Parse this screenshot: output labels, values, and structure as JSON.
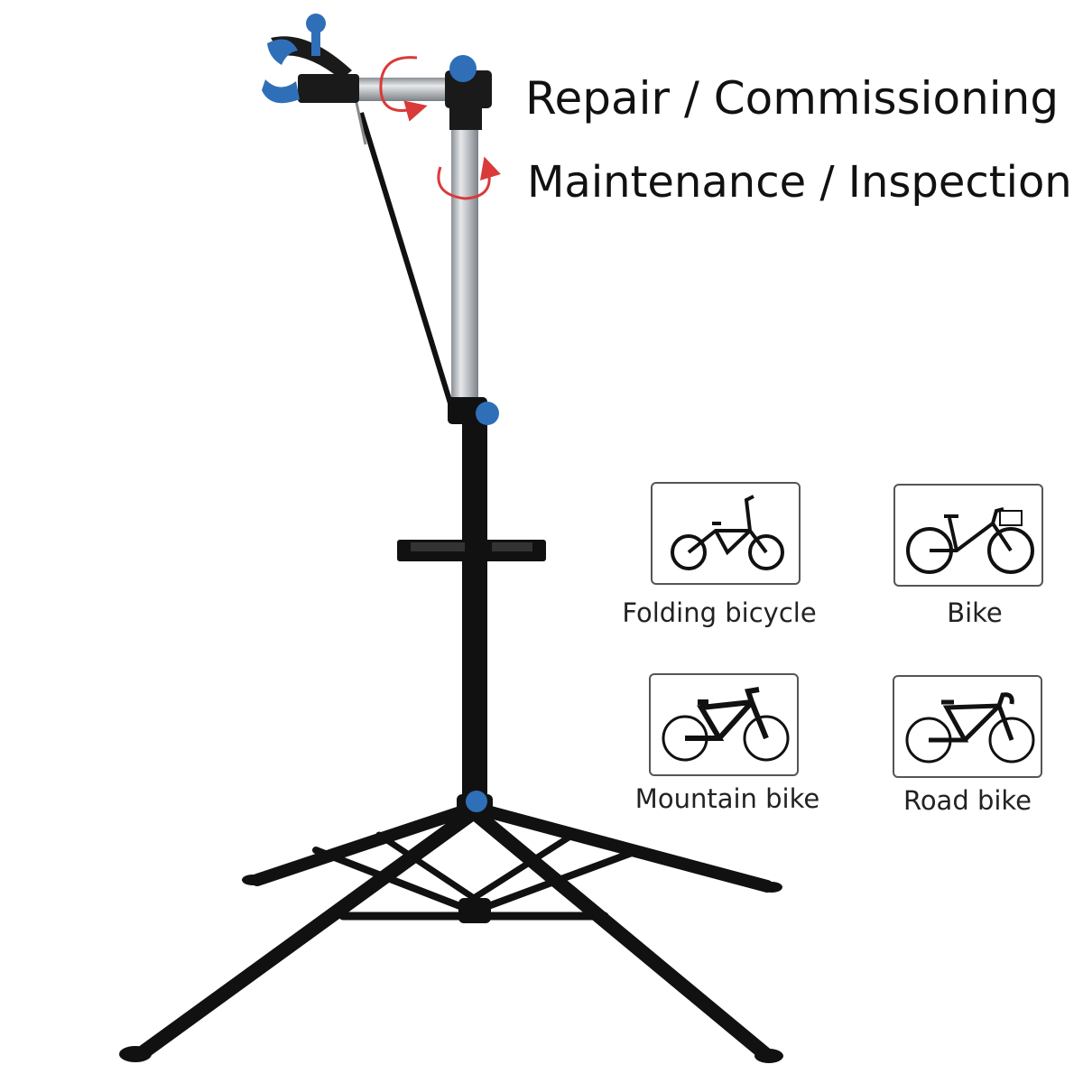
{
  "headlines": {
    "line1": "Repair / Commissioning",
    "line2": "Maintenance / Inspection"
  },
  "bike_types": [
    {
      "label": "Folding bicycle",
      "icon": "folding-bicycle-icon"
    },
    {
      "label": "Bike",
      "icon": "city-bike-with-basket-icon"
    },
    {
      "label": "Mountain bike",
      "icon": "mountain-bike-icon"
    },
    {
      "label": "Road bike",
      "icon": "road-bike-icon"
    }
  ],
  "colors": {
    "frame": "#111111",
    "knob": "#2f6fb8",
    "tube": "#b8bcc2",
    "rotation_arrow": "#d93a3a"
  }
}
